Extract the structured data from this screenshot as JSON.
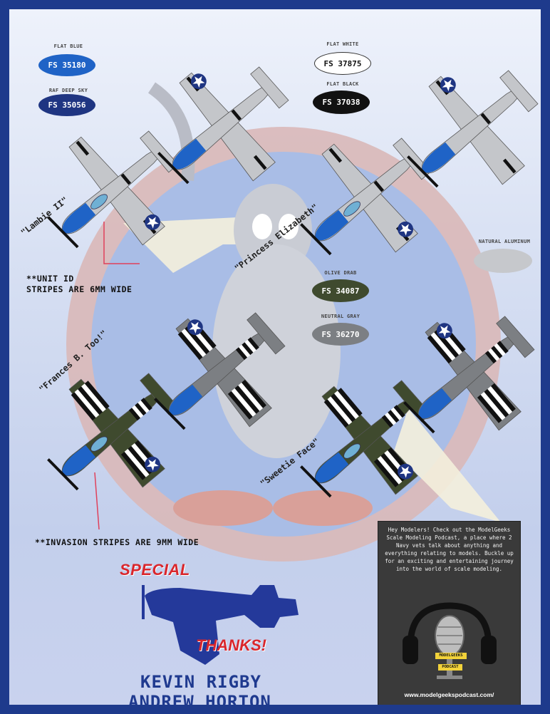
{
  "colors": {
    "flat_blue": "#1f63c6",
    "raf_deep_sky": "#1f3582",
    "flat_white": "#ffffff",
    "flat_black": "#111111",
    "natural_aluminum": "#c6c8cc",
    "olive_drab": "#3f4a2e",
    "neutral_gray": "#7c7f83",
    "title_red": "#d9262c",
    "name_blue": "#1f3a8f"
  },
  "swatches": [
    {
      "label": "FLAT BLUE",
      "code": "FS 35180"
    },
    {
      "label": "RAF DEEP SKY",
      "code": "FS 35056"
    },
    {
      "label": "FLAT WHITE",
      "code": "FS 37875"
    },
    {
      "label": "FLAT BLACK",
      "code": "FS 37038"
    },
    {
      "label": "NATURAL ALUMINUM",
      "code": ""
    },
    {
      "label": "OLIVE DRAB",
      "code": "FS 34087"
    },
    {
      "label": "NEUTRAL GRAY",
      "code": "FS 36270"
    }
  ],
  "aircraft_names": {
    "lambie": "\"Lambie II\"",
    "princess": "\"Princess Elizabeth\"",
    "frances": "\"Frances B. Too!\"",
    "sweetie": "\"Sweetie Face\""
  },
  "notes": {
    "unit_id_line1": "**UNIT ID",
    "unit_id_line2": "STRIPES ARE 6MM WIDE",
    "invasion": "**INVASION STRIPES ARE 9MM WIDE"
  },
  "credits": {
    "special": "SPECIAL",
    "thanks": "THANKS!",
    "names": [
      "KEVIN RIGBY",
      "ANDREW HORTON"
    ]
  },
  "promo": {
    "text": "Hey Modelers! Check out the ModelGeeks Scale Modeling Podcast, a place where 2 Navy vets talk about anything and everything relating to models. Buckle up for an exciting and entertaining journey into the world of scale modeling.",
    "logo_line1": "MODELGEEKS",
    "logo_line2": "PODCAST",
    "url": "www.modelgeekspodcast.com/"
  }
}
